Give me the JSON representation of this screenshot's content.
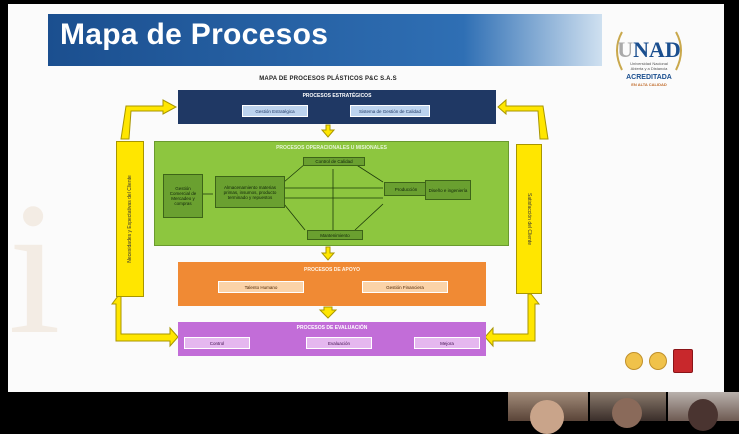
{
  "slide": {
    "title": "Mapa de Procesos",
    "map_title": "MAPA DE PROCESOS PLÁSTICOS P&C S.A.S",
    "logo": {
      "brand_u": "U",
      "brand_nad": "NAD",
      "line1": "Universidad Nacional",
      "line2": "Abierta y a Distancia",
      "accredited": "ACREDITADA",
      "accredited_sub": "EN ALTA CALIDAD"
    }
  },
  "strategic": {
    "title": "PROCESOS ESTRATÉGICOS",
    "items": [
      "Gestión Estratégica",
      "Sistema de Gestión de Calidad"
    ]
  },
  "operational": {
    "title": "PROCESOS OPERACIONALES U MISIONALES",
    "items": {
      "calidad": "Control de Calidad",
      "comercial": "Gestión Comercial de Mercadeo y compras",
      "almacenamiento": "Almacenamiento materias primas, insumos, producto terminado y repuestos",
      "produccion": "Producción",
      "diseno": "Diseño e ingeniería",
      "mantenimiento": "Mantenimiento"
    }
  },
  "support": {
    "title": "PROCESOS DE APOYO",
    "items": [
      "Talento Humano",
      "Gestión Financiera"
    ]
  },
  "evaluation": {
    "title": "PROCESOS DE EVALUACIÓN",
    "items": [
      "Control",
      "Evaluación",
      "Mejora"
    ]
  },
  "sides": {
    "left": "Necesidades y Expectativas del Cliente",
    "right": "Satisfacción del Cliente"
  },
  "colors": {
    "header": "#1b4f8f",
    "strategic": "#1f3864",
    "operational": "#8dc63f",
    "support": "#f08a34",
    "evaluation": "#c26dd8",
    "side_bars": "#ffe600"
  },
  "icons": [
    "i-watermark-icon",
    "unad-logo-icon",
    "quality-badge-icon",
    "certification-badge-icon",
    "award-badge-icon"
  ]
}
